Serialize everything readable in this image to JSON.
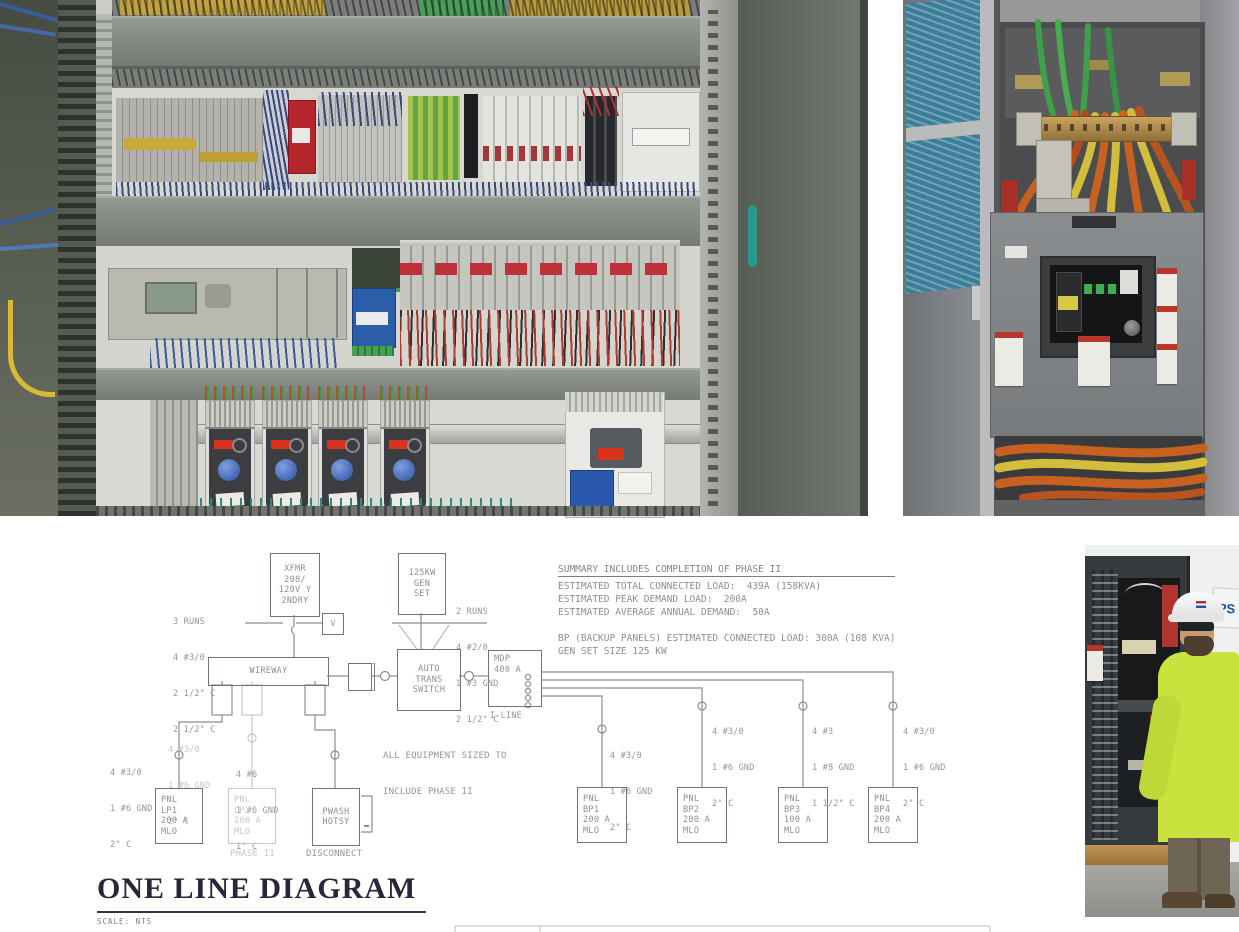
{
  "diagram": {
    "title": "ONE LINE DIAGRAM",
    "scale_note": "SCALE: NTS",
    "summary": {
      "heading": "SUMMARY INCLUDES COMPLETION OF PHASE II",
      "lines": [
        "ESTIMATED TOTAL CONNECTED LOAD:  439A (158KVA)",
        "ESTIMATED PEAK DEMAND LOAD:  200A",
        "ESTIMATED AVERAGE ANNUAL DEMAND:  50A"
      ],
      "backup_lines": [
        "BP (BACKUP PANELS) ESTIMATED CONNECTED LOAD: 300A (108 KVA)",
        "GEN SET SIZE 125 KW"
      ]
    },
    "equipment_note_lines": [
      "ALL EQUIPMENT SIZED TO",
      "INCLUDE PHASE II"
    ],
    "nodes": {
      "xfmr": {
        "lines": [
          "XFMR",
          "208/",
          "120V Y",
          "2NDRY"
        ]
      },
      "gen": {
        "lines": [
          "125KW",
          "GEN",
          "SET"
        ]
      },
      "wireway": {
        "label": "WIREWAY"
      },
      "ats": {
        "lines": [
          "AUTO",
          "TRANS",
          "SWITCH"
        ]
      },
      "mdp": {
        "label_top": "MDP",
        "label_amp": "400 A",
        "label_bottom": "I-LINE"
      },
      "meter": {
        "label": "V"
      }
    },
    "service_feeders": {
      "xfmr_runs": [
        "3 RUNS",
        "4 #3/0",
        "2 1/2\" C",
        "2 1/2\" C"
      ],
      "gen_runs": [
        "2 RUNS",
        "4 #2/0",
        "1 #3 GND",
        "2 1/2\" C"
      ]
    },
    "branch_feeders": {
      "lp1": [
        "4 #3/0",
        "1 #6 GND",
        "2\" C"
      ],
      "lp2": [
        "4 #3/0",
        "1 #6 GND",
        "2\" C"
      ],
      "hotsy": [
        "4 #6",
        "1 #6 GND",
        "1\" C"
      ],
      "bp1": [
        "4 #3/0",
        "1 #6 GND",
        "2\" C"
      ],
      "bp2": [
        "4 #3/0",
        "1 #6 GND",
        "2\" C"
      ],
      "bp3": [
        "4 #3",
        "1 #8 GND",
        "1 1/2\" C"
      ],
      "bp4": [
        "4 #3/0",
        "1 #6 GND",
        "2\" C"
      ]
    },
    "panels": {
      "lp1": [
        "PNL",
        "LP1",
        "200 A",
        "MLO"
      ],
      "lp2": [
        "PNL",
        "LP2",
        "200 A",
        "MLO"
      ],
      "hotsy": [
        "PWASH",
        "HOTSY"
      ],
      "bp1": [
        "PNL",
        "BP1",
        "200 A",
        "MLO"
      ],
      "bp2": [
        "PNL",
        "BP2",
        "200 A",
        "MLO"
      ],
      "bp3": [
        "PNL",
        "BP3",
        "100 A",
        "MLO"
      ],
      "bp4": [
        "PNL",
        "BP4",
        "200 A",
        "MLO"
      ]
    },
    "panel_notes": {
      "lp2": "PHASE II",
      "hotsy": "DISCONNECT"
    }
  },
  "photos": {
    "worker": {
      "sign_text": "PS"
    }
  },
  "colors": {
    "hi_vis_shirt": "#c9e23e",
    "cable_orange": "#c86020",
    "cable_yellow": "#d2bd3c",
    "cable_green": "#3fa04a",
    "foam_teal": "#3c7e99",
    "drive_display_red": "#d8331c",
    "diagram_line_gray": "#8c8c96"
  }
}
